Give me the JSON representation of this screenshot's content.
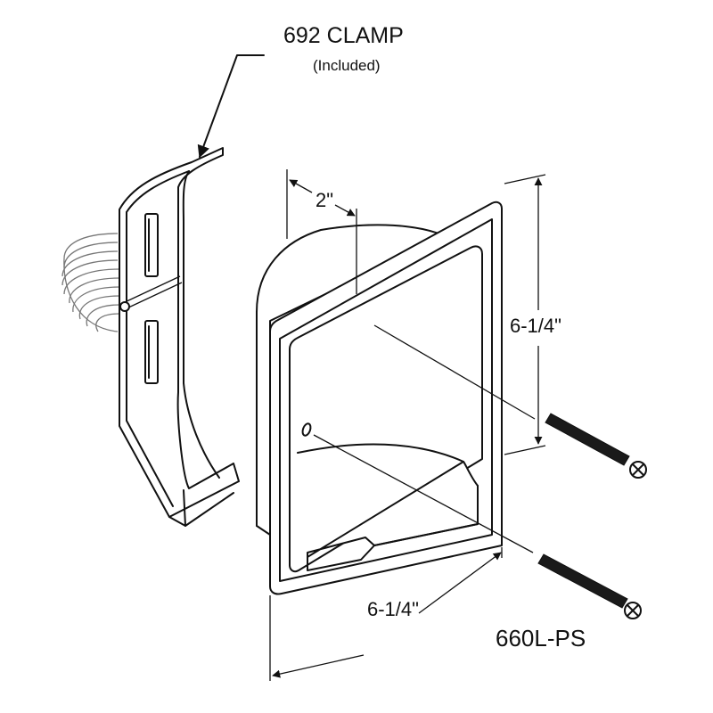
{
  "labels": {
    "clamp_title": "692 CLAMP",
    "clamp_note": "(Included)",
    "depth_dimension": "2\"",
    "height_dimension": "6-1/4\"",
    "width_dimension": "6-1/4\"",
    "model_number": "660L-PS"
  },
  "colors": {
    "line": "#111111",
    "spring": "#777777",
    "background": "#ffffff"
  },
  "icons": [
    "clamp-spring",
    "mounting-screw"
  ]
}
